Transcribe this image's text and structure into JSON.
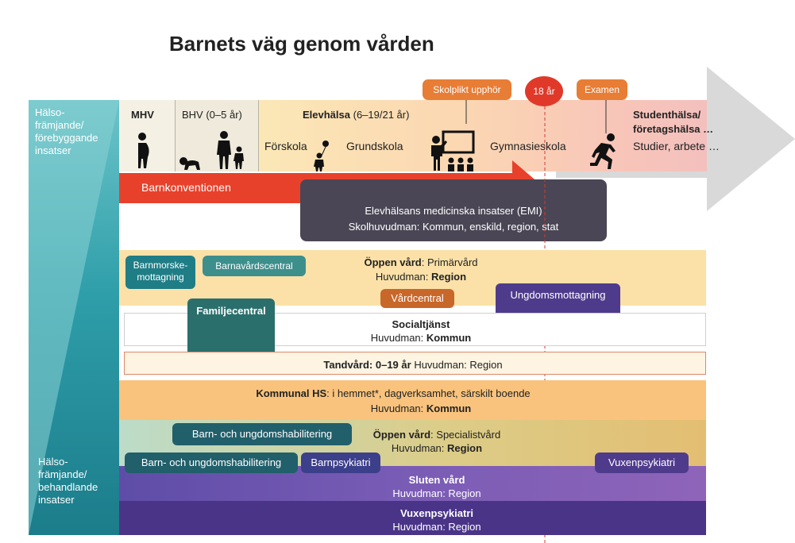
{
  "title": "Barnets väg genom vården",
  "side": {
    "top_label": "Hälso-\nfrämjande/\nförebyggande\ninsatser",
    "bottom_label": "Hälso-\nfrämjande/\nbehandlande\ninsatser"
  },
  "timeline": {
    "mhv": "MHV",
    "bhv": "BHV (0–5 år)",
    "elevhalsa_bold": "Elevhälsa",
    "elevhalsa_rest": "(6–19/21 år)",
    "forskola": "Förskola",
    "grundskola": "Grundskola",
    "gymnasieskola": "Gymnasieskola",
    "studenthalsa_line1": "Studenthälsa/",
    "studenthalsa_line2": "företagshälsa …",
    "studier": "Studier, arbete …",
    "skolplikt": "Skolplikt upphör",
    "arton": "18 år",
    "examen": "Examen"
  },
  "barnkonventionen": "Barnkonventionen",
  "emi": {
    "line1": "Elevhälsans medicinska insatser (EMI)",
    "line2": "Skolhuvudman: Kommun, enskild, region, stat"
  },
  "oppen_primar": {
    "title_bold": "Öppen vård",
    "title_rest": ": Primärvård",
    "huv_label": "Huvudman: ",
    "huv_value": "Region"
  },
  "barnmorske": "Barnmorske-\nmottagning",
  "barnavardscentral": "Barnavårdscentral",
  "vardcentral": "Vårdcentral",
  "ungdomsmottagning": "Ungdomsmottagning",
  "familjecentral": "Familjecentral",
  "socialtjanst": {
    "title": "Socialtjänst",
    "huv_label": "Huvudman: ",
    "huv_value": "Kommun"
  },
  "tandvard": {
    "title": "Tandvård: 0–19 år",
    "huv": "Huvudman: Region"
  },
  "kommunal_hs": {
    "title_bold": "Kommunal HS",
    "title_rest": ": i hemmet*, dagverksamhet, särskilt boende",
    "huv_label": "Huvudman: ",
    "huv_value": "Kommun"
  },
  "hab1": "Barn- och ungdomshabilitering",
  "oppen_special": {
    "title_bold": "Öppen vård",
    "title_rest": ": Specialistvård",
    "huv_label": "Huvudman: ",
    "huv_value": "Region"
  },
  "hab2": "Barn- och ungdomshabilitering",
  "barnpsykiatri": "Barnpsykiatri",
  "vuxenpsykiatri_box": "Vuxenpsykiatri",
  "sluten": {
    "title": "Sluten vård",
    "huv": "Huvudman: Region"
  },
  "vuxenpsykiatri": {
    "title": "Vuxenpsykiatri",
    "huv": "Huvudman: Region"
  },
  "colors": {
    "teal": "#2e9ea9",
    "red_arrow": "#e8412b",
    "orange": "#e87d35",
    "dark_slate": "#4a4655",
    "purple": "#4f3b8c"
  }
}
